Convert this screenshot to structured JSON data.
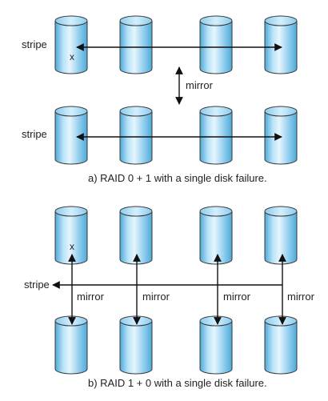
{
  "diagram_a": {
    "stripe_top_label": "stripe",
    "stripe_bottom_label": "stripe",
    "mirror_label": "mirror",
    "failure_mark": "x",
    "caption": "a) RAID 0 + 1 with a single disk failure."
  },
  "diagram_b": {
    "stripe_label": "stripe",
    "mirror_labels": [
      "mirror",
      "mirror",
      "mirror",
      "mirror"
    ],
    "failure_mark": "x",
    "caption": "b) RAID 1 + 0 with a single disk failure."
  },
  "colors": {
    "disk_fill_light": "#e6f5fd",
    "disk_fill_mid": "#9fd6f2",
    "disk_fill_dark": "#4fa9d8",
    "disk_outline": "#3a3a3a",
    "arrow": "#111111"
  }
}
